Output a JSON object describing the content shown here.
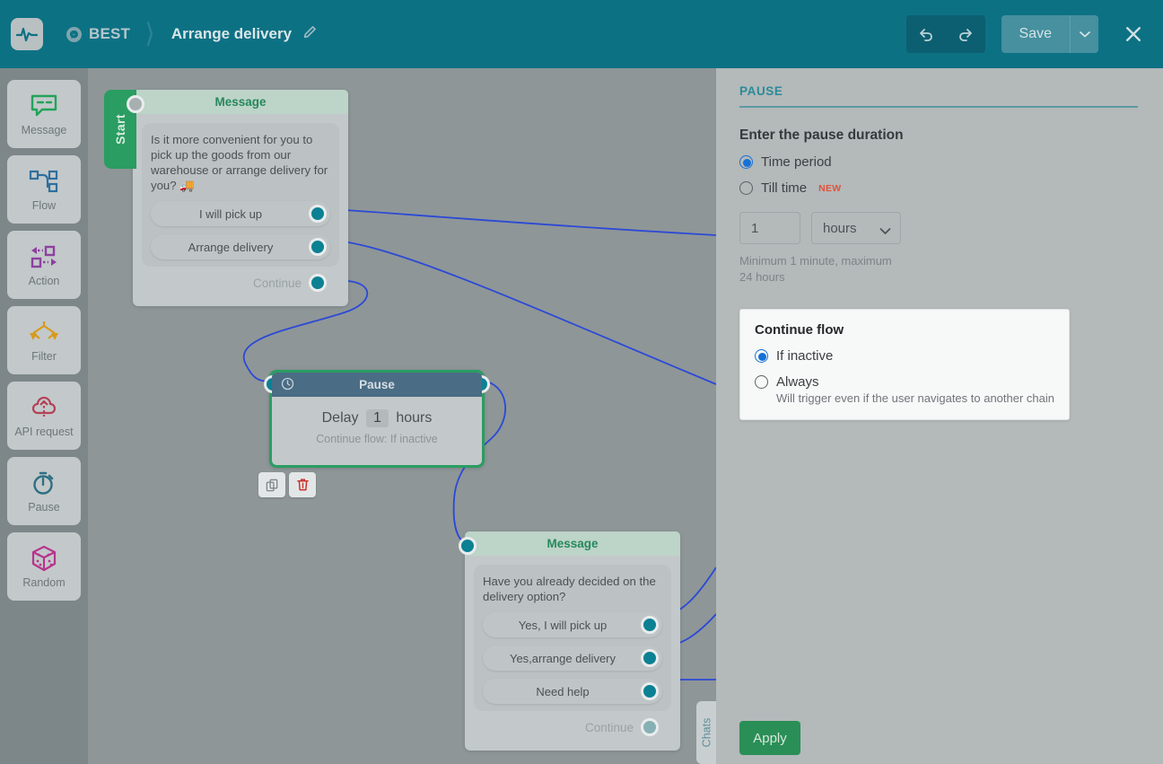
{
  "topbar": {
    "logo_icon": "pulse-logo-icon",
    "messenger_icon": "messenger-icon",
    "brand": "BEST",
    "flow_title": "Arrange delivery",
    "edit_icon": "pencil-icon",
    "undo_icon": "undo-icon",
    "redo_icon": "redo-icon",
    "save_label": "Save",
    "save_caret_icon": "chevron-down-icon",
    "close_icon": "close-icon"
  },
  "rail": {
    "items": [
      {
        "label": "Message",
        "icon": "message-bubble-icon",
        "color": "#22a35a"
      },
      {
        "label": "Flow",
        "icon": "flow-nodes-icon",
        "color": "#2f6f9e"
      },
      {
        "label": "Action",
        "icon": "action-arrows-icon",
        "color": "#8e3fa0"
      },
      {
        "label": "Filter",
        "icon": "filter-diamond-icon",
        "color": "#d79a1c"
      },
      {
        "label": "API request",
        "icon": "api-cloud-icon",
        "color": "#b34258"
      },
      {
        "label": "Pause",
        "icon": "stopwatch-icon",
        "color": "#2f6f84"
      },
      {
        "label": "Random",
        "icon": "dice-icon",
        "color": "#b8338e"
      }
    ]
  },
  "canvas": {
    "start_label": "Start",
    "continue_label": "Continue",
    "nodes": {
      "message1": {
        "header": "Message",
        "text": "Is it more convenient for you to pick up the goods from our warehouse or arrange delivery for you? 🚚",
        "buttons": [
          "I will pick up",
          "Arrange delivery"
        ]
      },
      "pause": {
        "header": "Pause",
        "clock_icon": "clock-icon",
        "delay_prefix": "Delay",
        "delay_value": "1",
        "delay_unit": "hours",
        "continue_flow": "Continue flow: If inactive",
        "copy_icon": "copy-icon",
        "delete_icon": "trash-icon"
      },
      "message2": {
        "header": "Message",
        "text": "Have you already decided on the delivery option?",
        "buttons": [
          "Yes, I will pick up",
          "Yes,arrange delivery",
          "Need help"
        ]
      }
    },
    "chats_tab": "Chats"
  },
  "panel": {
    "title": "PAUSE",
    "section_heading": "Enter the pause duration",
    "mode_options": [
      {
        "label": "Time period",
        "checked": true,
        "badge": ""
      },
      {
        "label": "Till time",
        "checked": false,
        "badge": "NEW"
      }
    ],
    "duration_value": "1",
    "duration_unit": "hours",
    "unit_caret_icon": "chevron-down-icon",
    "hint": "Minimum 1 minute, maximum 24 hours",
    "continue_flow": {
      "heading": "Continue flow",
      "options": [
        {
          "label": "If inactive",
          "checked": true,
          "sub": ""
        },
        {
          "label": "Always",
          "checked": false,
          "sub": "Will trigger even if the user navigates to another chain"
        }
      ]
    },
    "apply_label": "Apply"
  },
  "colors": {
    "topbar": "#0d7184",
    "accent_teal": "#2a8b99",
    "green": "#2a9d62",
    "radio_blue": "#1471d6",
    "edge_blue": "#2b49d6",
    "canvas_overlay": "#8e9698",
    "badge_red": "#e0533a"
  }
}
